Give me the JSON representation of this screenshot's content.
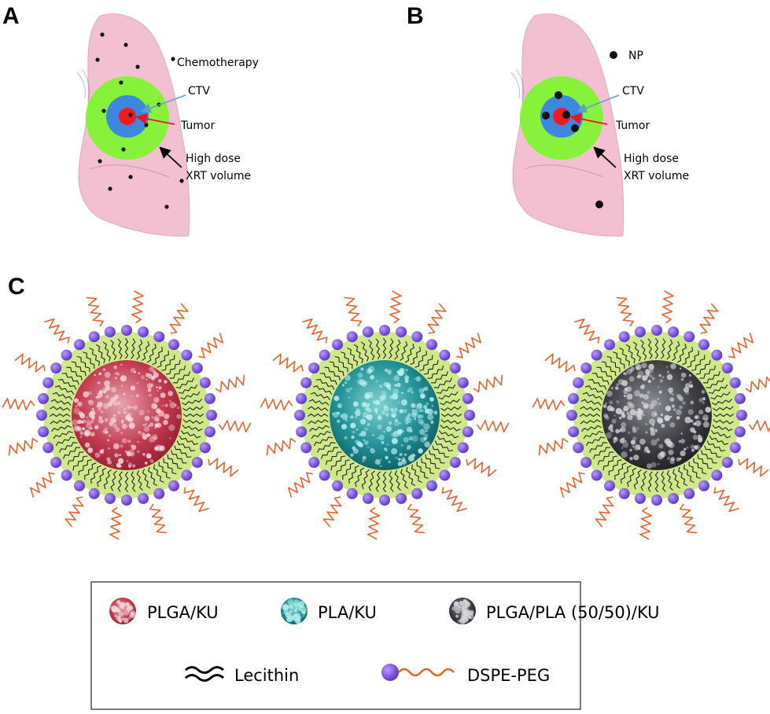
{
  "panels": {
    "a": {
      "letter": "A",
      "labels": {
        "chemo": "Chemotherapy",
        "ctv": "CTV",
        "tumor": "Tumor",
        "high_dose_1": "High dose",
        "high_dose_2": "XRT volume"
      }
    },
    "b": {
      "letter": "B",
      "labels": {
        "np": "NP",
        "ctv": "CTV",
        "tumor": "Tumor",
        "high_dose_1": "High dose",
        "high_dose_2": "XRT volume"
      }
    },
    "c": {
      "letter": "C"
    }
  },
  "legend": {
    "plga_ku": "PLGA/KU",
    "pla_ku": "PLA/KU",
    "plga_pla_ku": "PLGA/PLA (50/50)/KU",
    "lecithin": "Lecithin",
    "dspe_peg": "DSPE-PEG"
  },
  "colors": {
    "lung": "#f3c0d2",
    "high_dose_zone": "#86f23a",
    "ctv_zone": "#3d87dd",
    "tumor": "#ee1c1c",
    "lipid_shell": "#cfe98a",
    "head_group": "#7d4fe0",
    "peg_tail": "#e8612b",
    "core_plga": "#c23a4e",
    "core_pla": "#1f8f93",
    "core_blend": "#3e3e44"
  }
}
